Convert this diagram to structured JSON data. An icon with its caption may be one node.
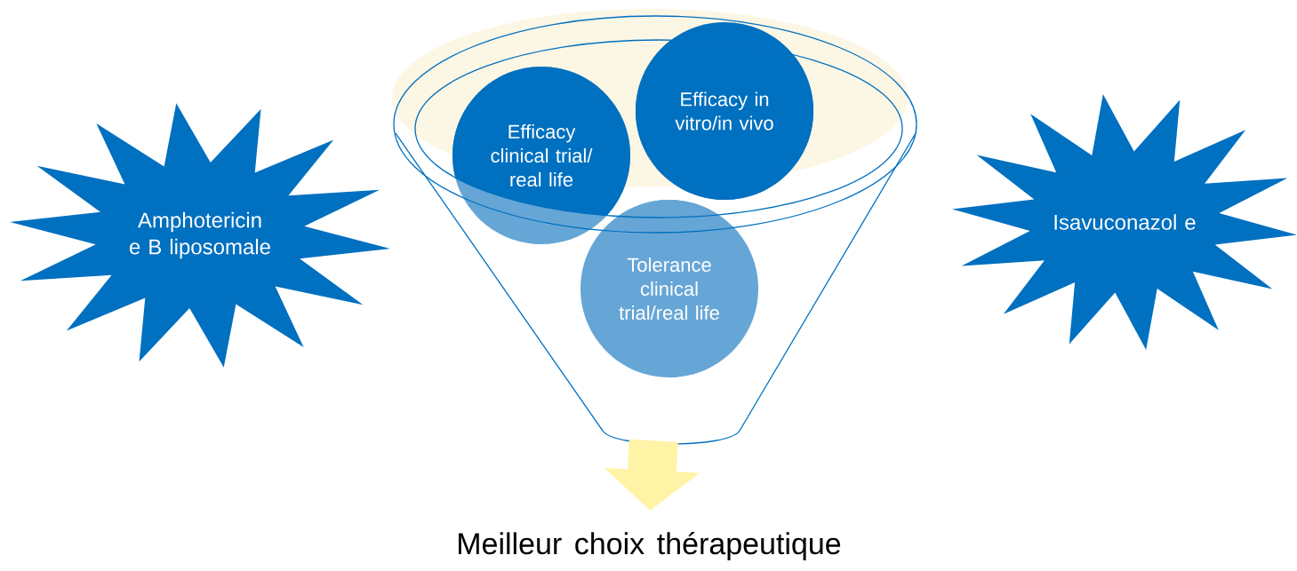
{
  "diagram": {
    "nodes": [
      {
        "text": [
          "Amphotericin e B liposomale"
        ]
      },
      {
        "text": [],
        "shape": "funnel"
      },
      {
        "text": [
          "Efficacy clinical trial/ real life"
        ],
        "in": 1
      },
      {
        "text": [
          "Efficacy in vitro/in vivo"
        ],
        "in": 1
      },
      {
        "text": [
          "Tolerance clinical trial/real life"
        ],
        "in": 1
      },
      {
        "text": [
          "Isavuconazol e"
        ]
      },
      {
        "text": [
          "Meilleur choix thérapeutique"
        ]
      }
    ],
    "edges": [
      {
        "from": 1,
        "to": 6,
        "arrow": "to"
      }
    ]
  }
}
